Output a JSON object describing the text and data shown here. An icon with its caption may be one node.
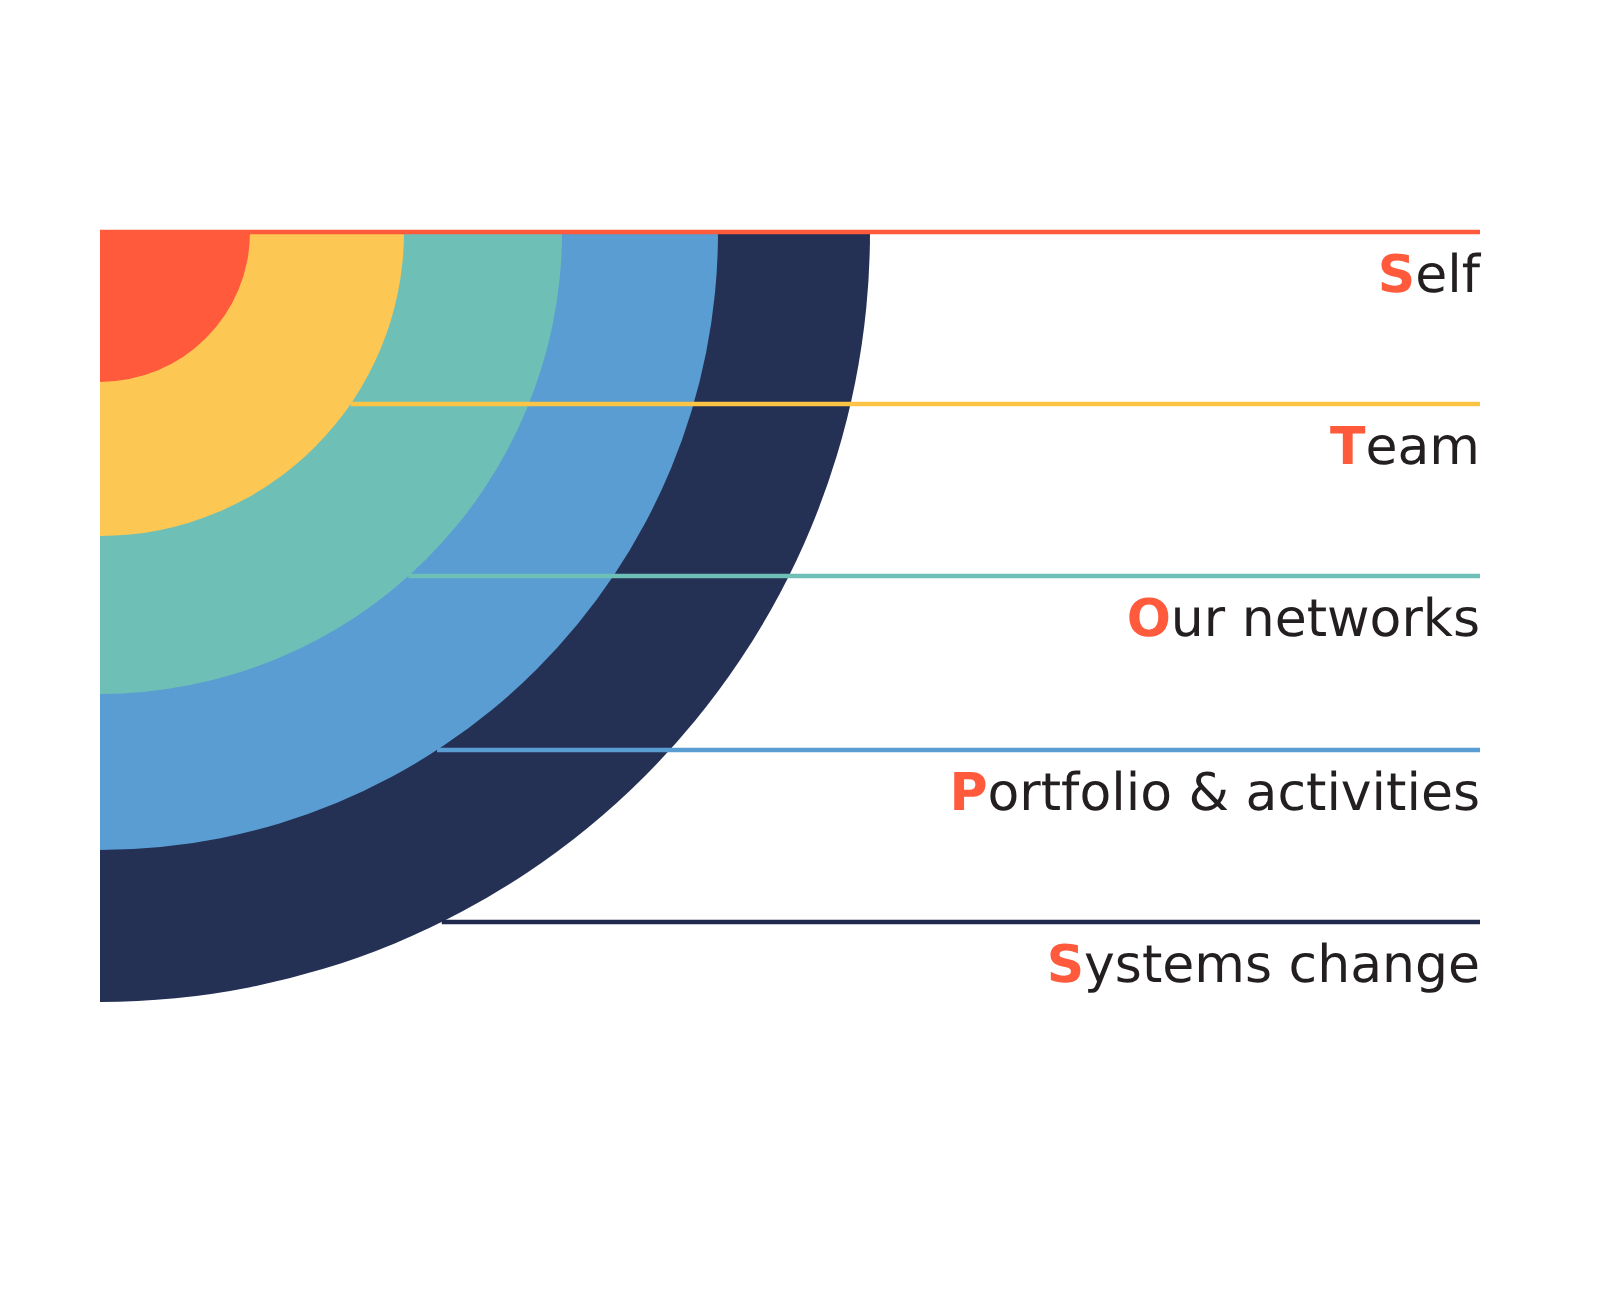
{
  "diagram": {
    "nodes": [
      {
        "text": [],
        "shape": "sector"
      },
      {
        "text": [],
        "shape": "sector",
        "in": 0
      },
      {
        "text": [],
        "shape": "sector",
        "in": 1
      },
      {
        "text": [],
        "shape": "sector",
        "in": 2
      },
      {
        "text": [],
        "shape": "sector",
        "in": 3
      },
      {
        "text": [
          "Self"
        ]
      },
      {
        "text": [
          "Team"
        ]
      },
      {
        "text": [
          "Our networks"
        ]
      },
      {
        "text": [
          "Portfolio & activities"
        ]
      },
      {
        "text": [
          "Systems change"
        ]
      }
    ],
    "edges": [
      {
        "from": 5,
        "to": 4,
        "arrow": "none",
        "color": "#ff5a3c"
      },
      {
        "from": 6,
        "to": 3,
        "arrow": "none",
        "color": "#fcc444"
      },
      {
        "from": 7,
        "to": 2,
        "arrow": "none",
        "color": "#6ec0b7"
      },
      {
        "from": 8,
        "to": 1,
        "arrow": "none",
        "color": "#5a9dd2"
      },
      {
        "from": 9,
        "to": 0,
        "arrow": "none",
        "color": "#1f2a4d"
      }
    ]
  }
}
